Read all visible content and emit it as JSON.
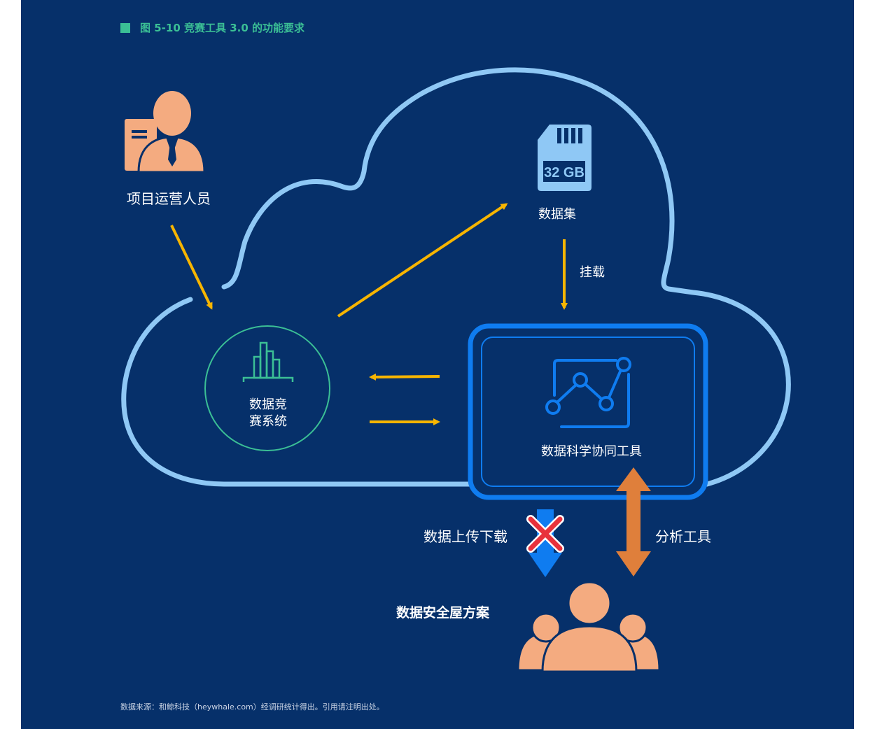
{
  "figure": {
    "title": "图 5-10 竞赛工具 3.0 的功能要求",
    "source": "数据来源：和鲸科技（heywhale.com）经调研统计得出。引用请注明出处。"
  },
  "nodes": {
    "operator": "项目运营人员",
    "dataset": "数据集",
    "dataset_card_text": "32 GB",
    "mount": "挂载",
    "competition_system_line1": "数据竞",
    "competition_system_line2": "赛系统",
    "collab_tool": "数据科学协同工具",
    "upload_download": "数据上传下载",
    "analysis_tools": "分析工具",
    "safe_house": "数据安全屋方案"
  },
  "colors": {
    "background": "#06306a",
    "cloud": "#8fc8f5",
    "arrow_yellow": "#f7b500",
    "accent_green": "#3bbf95",
    "tool_box_blue": "#0f7cf0",
    "arrow_orange": "#df7f3b",
    "person_orange": "#f4ab80",
    "cross_red": "#e8323c"
  }
}
